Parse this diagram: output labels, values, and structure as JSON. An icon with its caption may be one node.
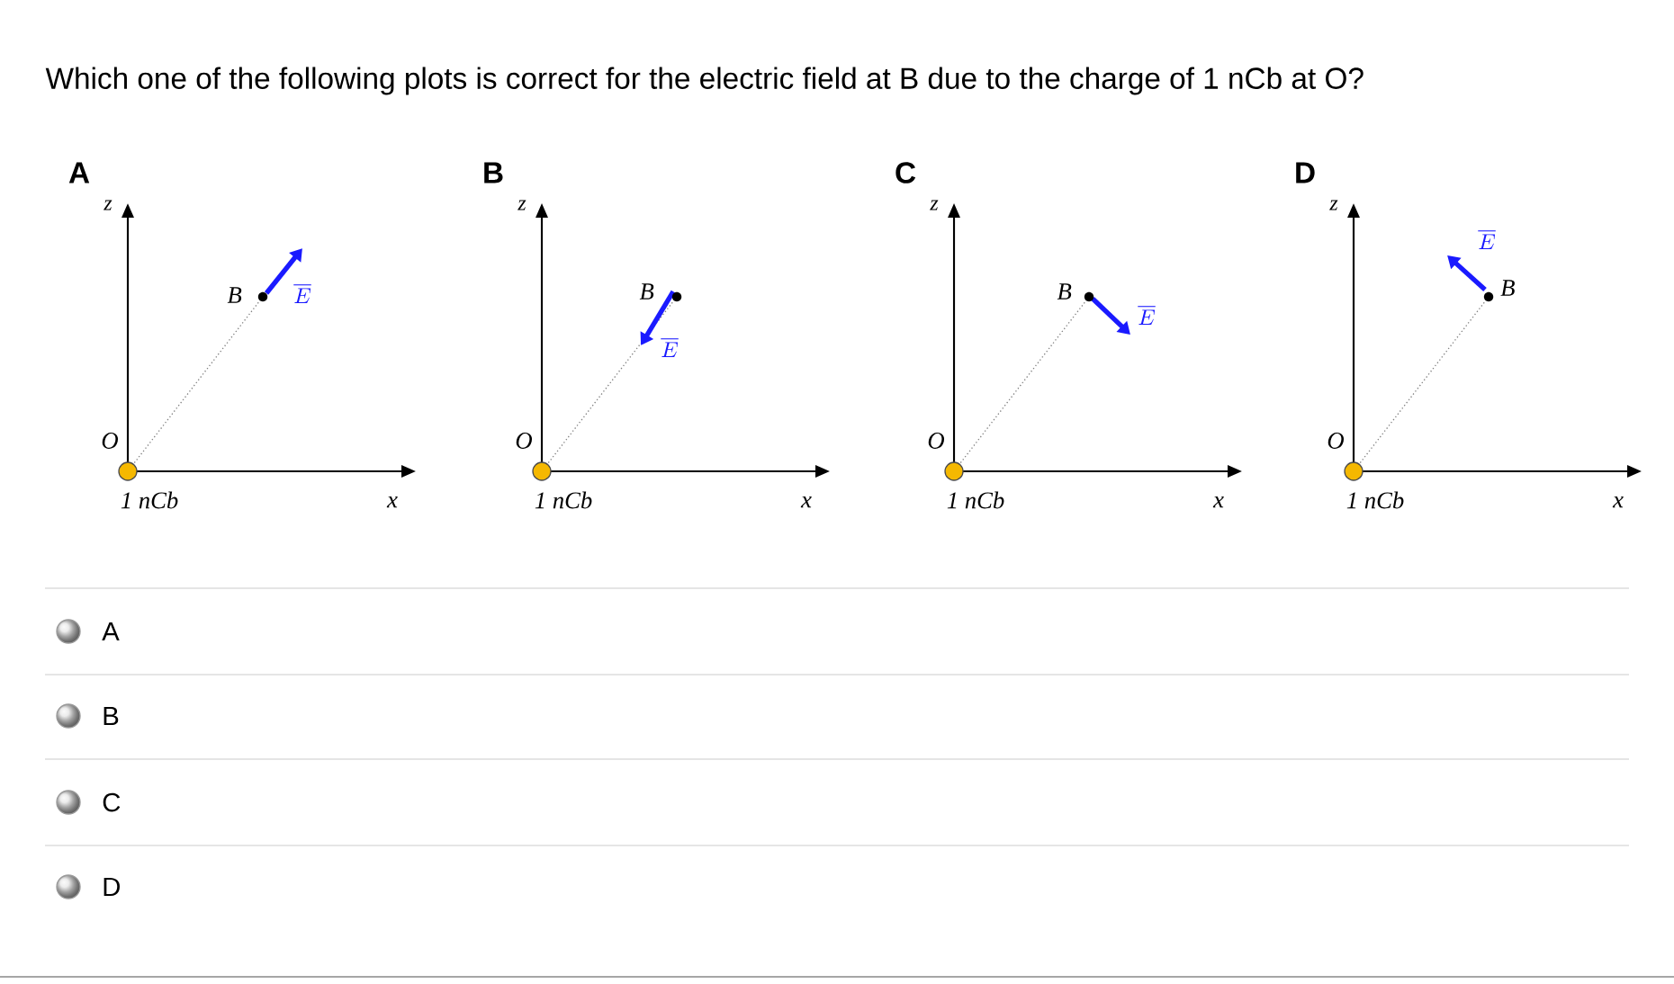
{
  "diagram": {
    "title": "Which one of the following plots is correct for the electric field at B due to the charge of 1 nCb at O?",
    "labels": [
      "A",
      "z",
      "B",
      "\\overline{E}",
      "O",
      "1 nCb",
      "x",
      "B",
      "z",
      "B",
      "\\overline{E}",
      "O",
      "1 nCb",
      "x",
      "C",
      "z",
      "B",
      "\\overline{E}",
      "O",
      "1 nCb",
      "x",
      "D",
      "z",
      "\\overline{E}",
      "B",
      "O",
      "1 nCb",
      "x",
      "A",
      "B",
      "C",
      "D"
    ]
  }
}
